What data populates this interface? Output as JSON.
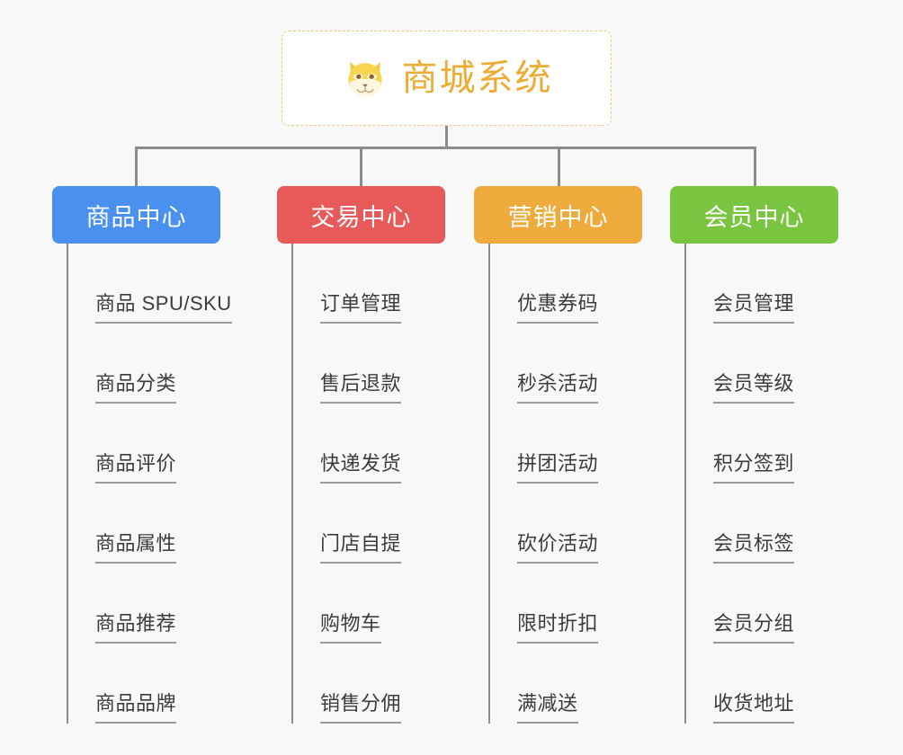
{
  "diagram": {
    "type": "organization-tree",
    "background_color": "#f8f8f8",
    "connector_color": "#8c8c8c",
    "root": {
      "title": "商城系统",
      "icon": "dog-face-icon",
      "text_color": "#eeab33",
      "border_color": "#f3c877",
      "background_color": "#ffffff"
    },
    "branches": [
      {
        "title": "商品中心",
        "color": "#4a90ee",
        "items": [
          {
            "label": "商品 SPU/SKU"
          },
          {
            "label": "商品分类"
          },
          {
            "label": "商品评价"
          },
          {
            "label": "商品属性"
          },
          {
            "label": "商品推荐"
          },
          {
            "label": "商品品牌"
          }
        ]
      },
      {
        "title": "交易中心",
        "color": "#e8595a",
        "items": [
          {
            "label": "订单管理"
          },
          {
            "label": "售后退款"
          },
          {
            "label": "快递发货"
          },
          {
            "label": "门店自提"
          },
          {
            "label": "购物车"
          },
          {
            "label": "销售分佣"
          }
        ]
      },
      {
        "title": "营销中心",
        "color": "#eeab3b",
        "items": [
          {
            "label": "优惠券码"
          },
          {
            "label": "秒杀活动"
          },
          {
            "label": "拼团活动"
          },
          {
            "label": "砍价活动"
          },
          {
            "label": "限时折扣"
          },
          {
            "label": "满减送"
          }
        ]
      },
      {
        "title": "会员中心",
        "color": "#79c540",
        "items": [
          {
            "label": "会员管理"
          },
          {
            "label": "会员等级"
          },
          {
            "label": "积分签到"
          },
          {
            "label": "会员标签"
          },
          {
            "label": "会员分组"
          },
          {
            "label": "收货地址"
          }
        ]
      }
    ]
  }
}
